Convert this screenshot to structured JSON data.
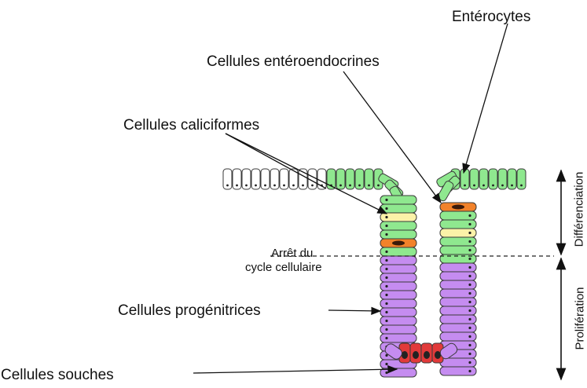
{
  "labels": {
    "enterocytes": "Entérocytes",
    "enteroendocrine": "Cellules entéroendocrines",
    "goblet": "Cellules caliciformes",
    "arrest_line1": "Arrêt du",
    "arrest_line2": "cycle cellulaire",
    "progenitors": "Cellules progénitrices",
    "stem": "Cellules souches"
  },
  "side_labels": {
    "differentiation": "Différenciation",
    "proliferation": "Prolifération"
  },
  "colors": {
    "enterocyte": "#8fe88f",
    "progenitor": "#c58cf0",
    "stem": "#e23a3a",
    "goblet": "#fbf2a8",
    "enteroendocrine": "#f2822a",
    "nucleus": "#222222",
    "outline": "#3a3a3a"
  }
}
